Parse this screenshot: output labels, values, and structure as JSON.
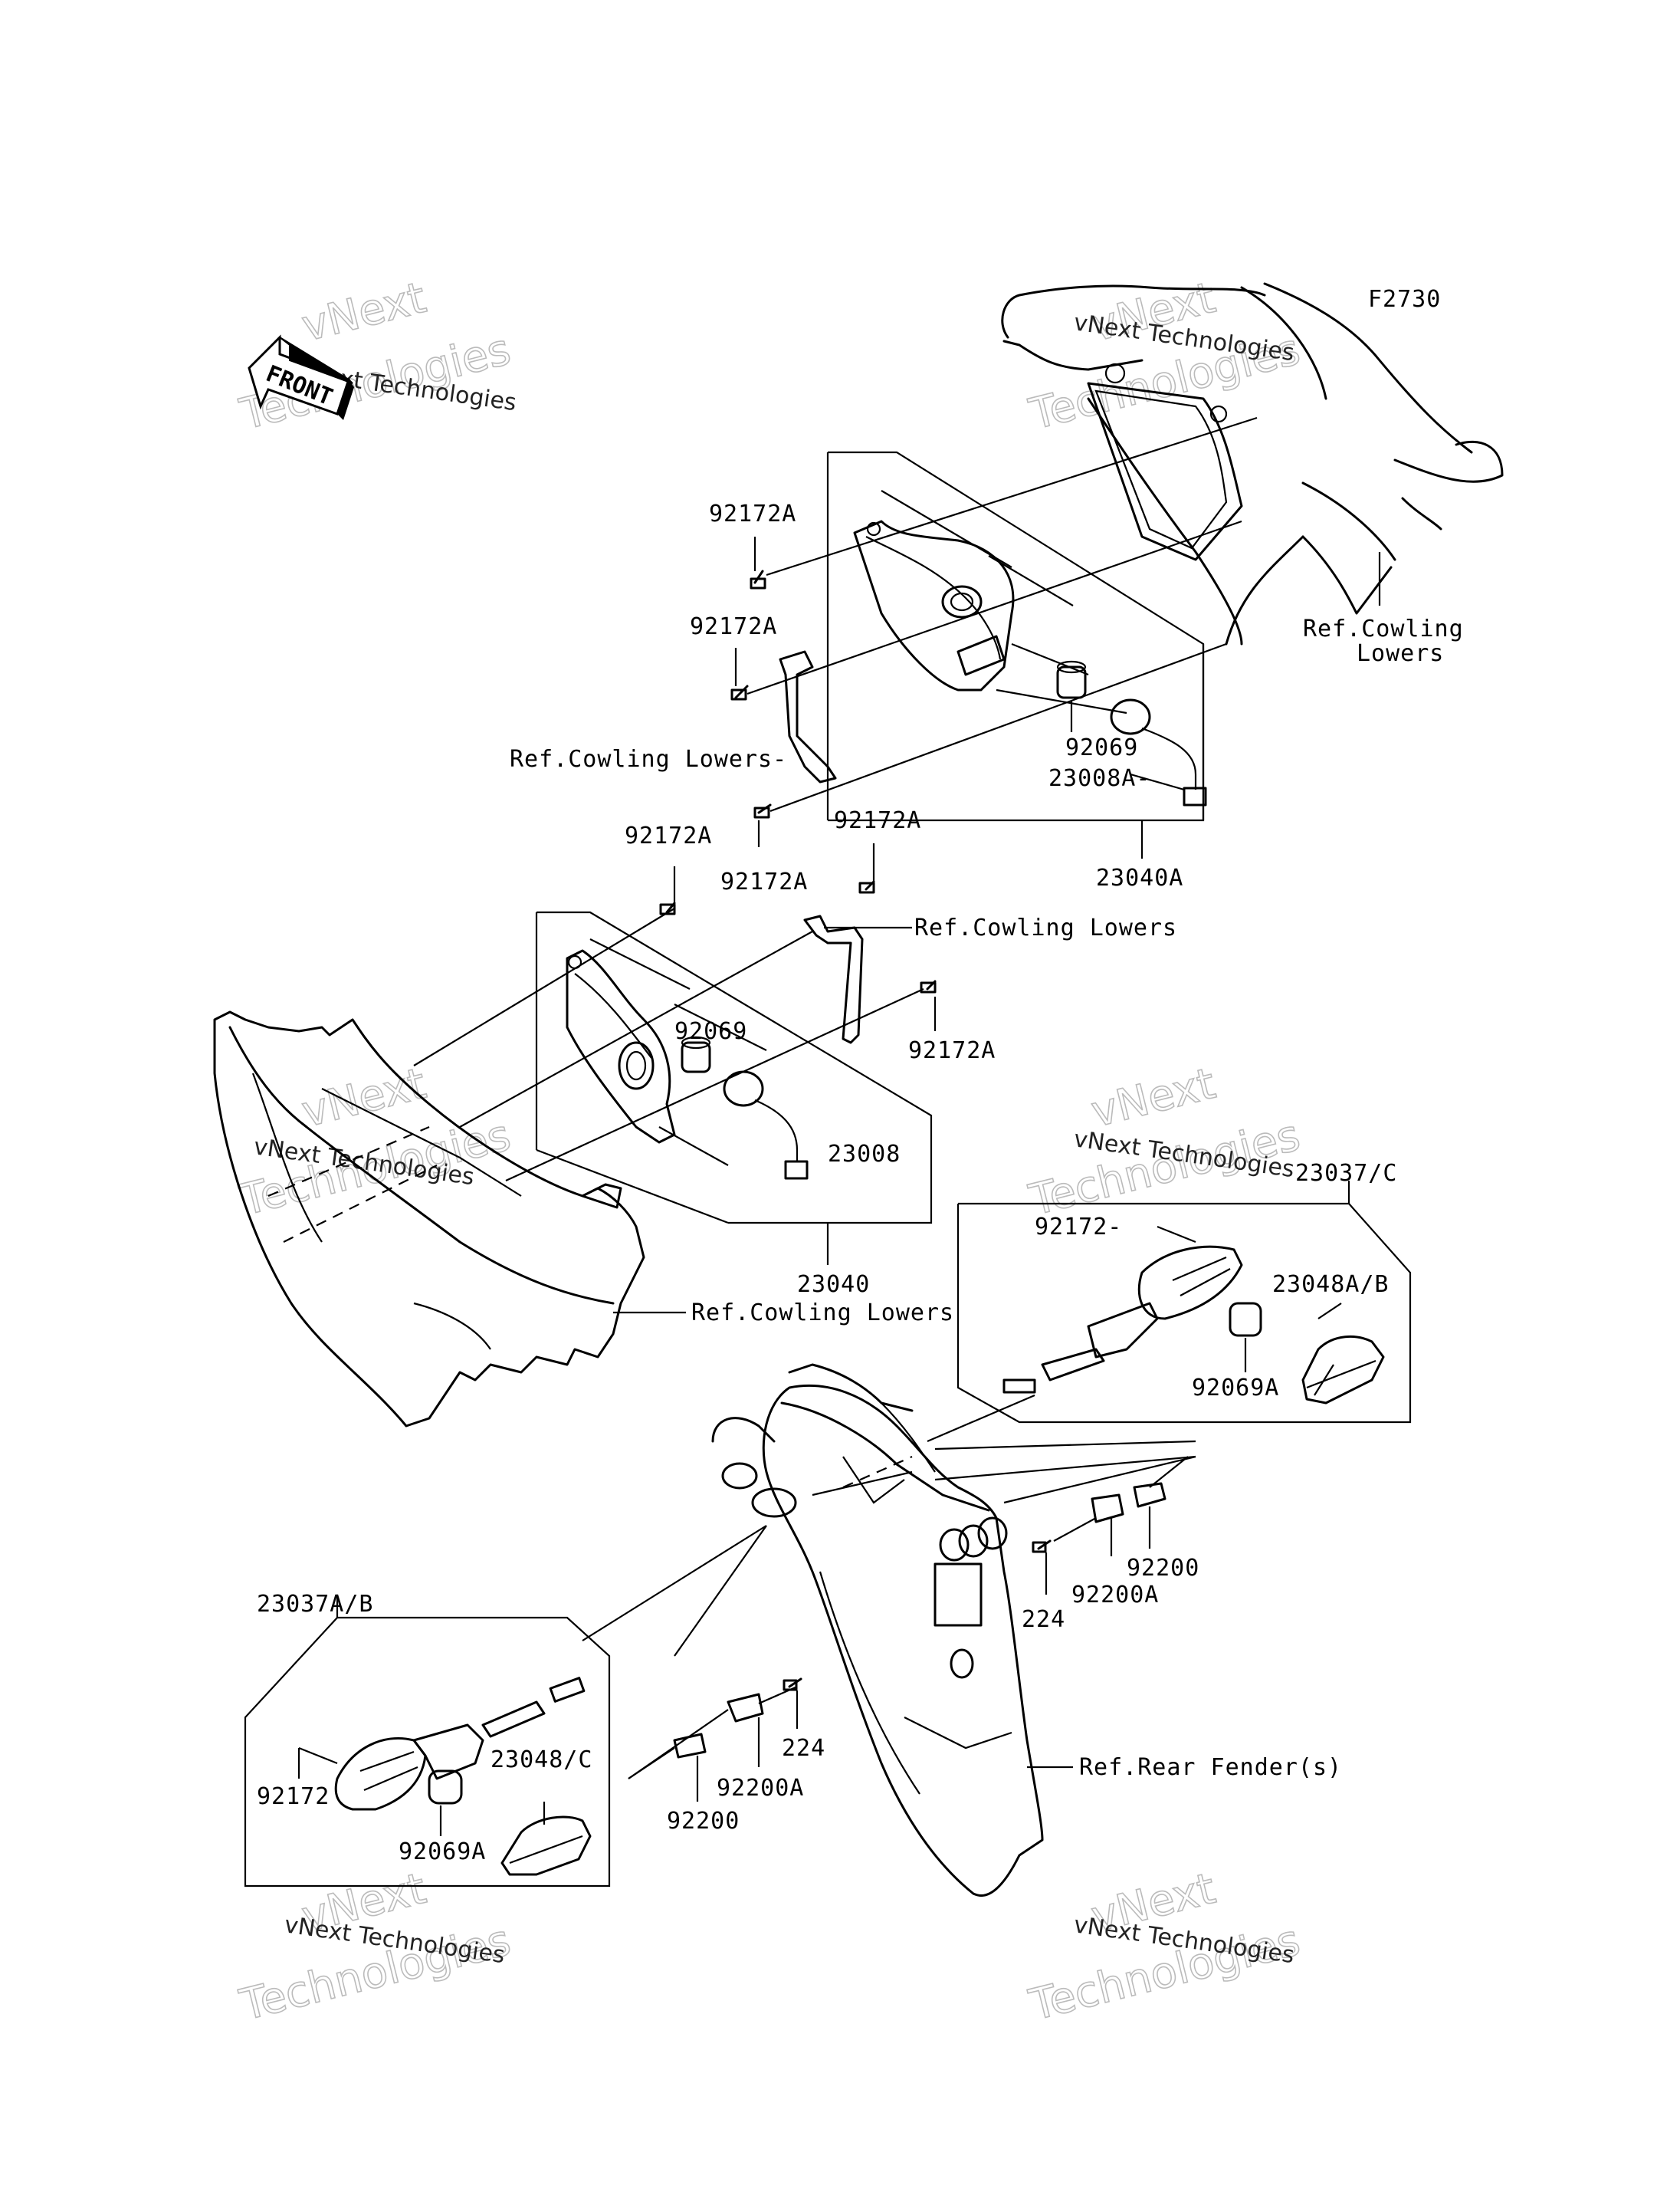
{
  "diagram_code": "F2730",
  "front_arrow_label": "FRONT",
  "watermark": {
    "line1": "vNext Technologies",
    "line2": "vNext",
    "line3": "Technologies"
  },
  "labels": {
    "top_screw_1": "92172A",
    "top_screw_2": "92172A",
    "top_bracket_ref": "Ref.Cowling Lowers-",
    "top_bulb": "92069",
    "top_socket": "23008A-",
    "top_assembly": "23040A",
    "top_cowling_ref_1": "Ref.Cowling",
    "top_cowling_ref_2": "Lowers",
    "mid_screw_1": "92172A",
    "mid_screw_2": "92172A",
    "mid_screw_3": "92172A",
    "mid_screw_4": "92172A",
    "mid_bracket_ref": "Ref.Cowling Lowers",
    "mid_bulb": "92069",
    "mid_socket": "23008",
    "mid_assembly": "23040",
    "mid_cowling_ref": "Ref.Cowling Lowers",
    "right_signal_assembly": "23037/C",
    "right_signal_screw": "92172-",
    "right_lens": "23048A/B",
    "right_bulb": "92069A",
    "right_bolt": "224",
    "right_bracket_a": "92200A",
    "right_bracket": "92200",
    "left_signal_assembly": "23037A/B",
    "left_signal_screw": "92172",
    "left_bulb": "92069A",
    "left_lens": "23048/C",
    "left_bolt": "224",
    "left_bracket_a": "92200A",
    "left_bracket": "92200",
    "rear_fender_ref": "Ref.Rear Fender(s)"
  }
}
